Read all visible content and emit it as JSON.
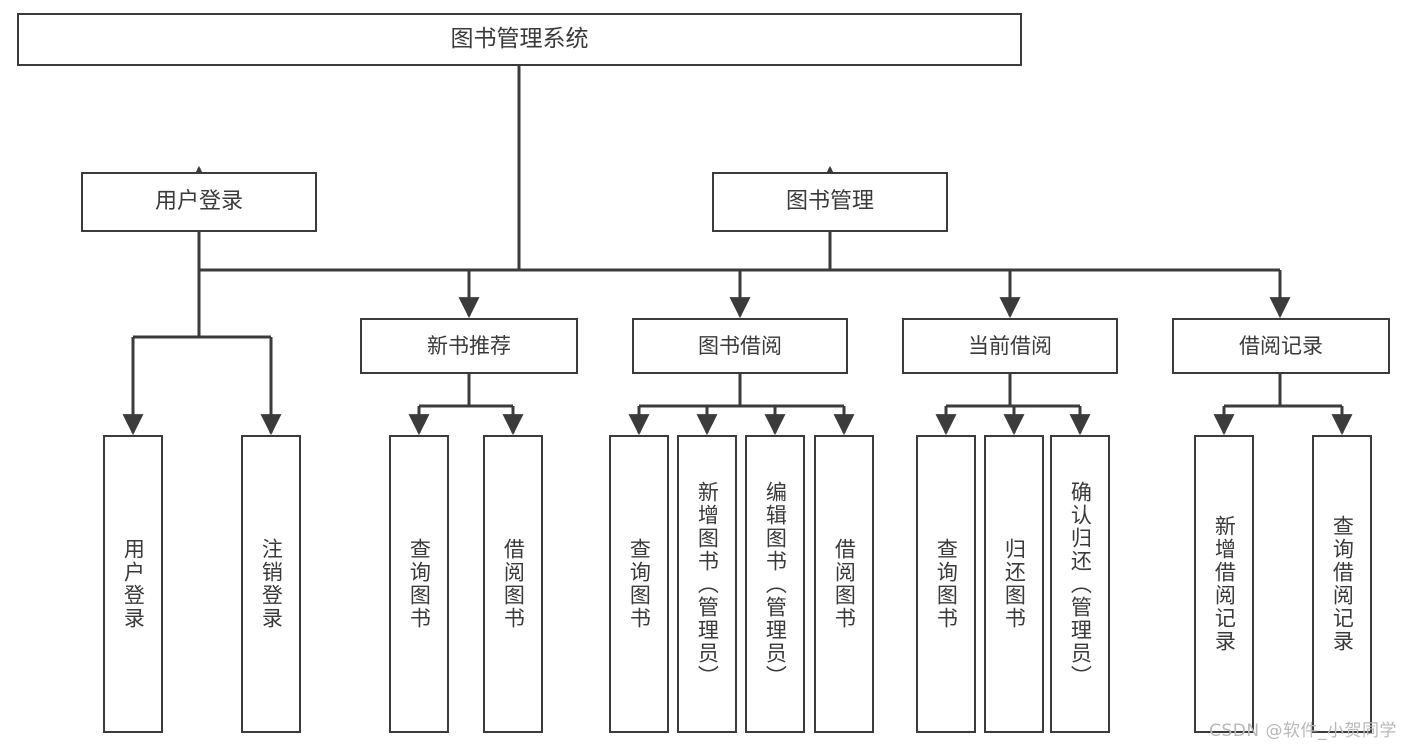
{
  "diagram": {
    "type": "tree-hierarchy",
    "title": "图书管理系统",
    "watermark": "CSDN @软件_小贺同学",
    "colors": {
      "border": "#3b3b3b",
      "text": "#3a3a3a",
      "background": "#ffffff",
      "connector": "#3b3b3b",
      "watermark": "#b9b9b9"
    },
    "nodes": {
      "root": {
        "label": "图书管理系统",
        "level": 0
      },
      "user_login": {
        "label": "用户登录",
        "level": 1
      },
      "book_manage": {
        "label": "图书管理",
        "level": 1
      },
      "new_book_rec": {
        "label": "新书推荐",
        "level": 2
      },
      "book_borrow": {
        "label": "图书借阅",
        "level": 2
      },
      "current_borrow": {
        "label": "当前借阅",
        "level": 2
      },
      "borrow_record": {
        "label": "借阅记录",
        "level": 2
      },
      "leaf_user_login": {
        "label": "用户登录",
        "level": 3
      },
      "leaf_logout": {
        "label": "注销登录",
        "level": 3
      },
      "leaf_query_book_1": {
        "label": "查询图书",
        "level": 3
      },
      "leaf_borrow_book_1": {
        "label": "借阅图书",
        "level": 3
      },
      "leaf_query_book_2": {
        "label": "查询图书",
        "level": 3
      },
      "leaf_add_book": {
        "label": "新增图书（管理员）",
        "level": 3
      },
      "leaf_edit_book": {
        "label": "编辑图书（管理员）",
        "level": 3
      },
      "leaf_borrow_book_2": {
        "label": "借阅图书",
        "level": 3
      },
      "leaf_query_book_3": {
        "label": "查询图书",
        "level": 3
      },
      "leaf_return_book": {
        "label": "归还图书",
        "level": 3
      },
      "leaf_confirm_return": {
        "label": "确认归还（管理员）",
        "level": 3
      },
      "leaf_add_record": {
        "label": "新增借阅记录",
        "level": 3
      },
      "leaf_query_record": {
        "label": "查询借阅记录",
        "level": 3
      }
    },
    "edges": [
      {
        "from": "root",
        "to": "user_login"
      },
      {
        "from": "root",
        "to": "book_manage"
      },
      {
        "from": "user_login",
        "to": "leaf_user_login"
      },
      {
        "from": "user_login",
        "to": "leaf_logout"
      },
      {
        "from": "book_manage",
        "to": "new_book_rec"
      },
      {
        "from": "book_manage",
        "to": "book_borrow"
      },
      {
        "from": "book_manage",
        "to": "current_borrow"
      },
      {
        "from": "book_manage",
        "to": "borrow_record"
      },
      {
        "from": "new_book_rec",
        "to": "leaf_query_book_1"
      },
      {
        "from": "new_book_rec",
        "to": "leaf_borrow_book_1"
      },
      {
        "from": "book_borrow",
        "to": "leaf_query_book_2"
      },
      {
        "from": "book_borrow",
        "to": "leaf_add_book"
      },
      {
        "from": "book_borrow",
        "to": "leaf_edit_book"
      },
      {
        "from": "book_borrow",
        "to": "leaf_borrow_book_2"
      },
      {
        "from": "current_borrow",
        "to": "leaf_query_book_3"
      },
      {
        "from": "current_borrow",
        "to": "leaf_return_book"
      },
      {
        "from": "current_borrow",
        "to": "leaf_confirm_return"
      },
      {
        "from": "borrow_record",
        "to": "leaf_add_record"
      },
      {
        "from": "borrow_record",
        "to": "leaf_query_record"
      }
    ]
  }
}
